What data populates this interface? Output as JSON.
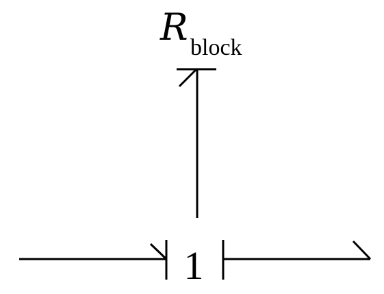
{
  "output_label": {
    "symbol": "R",
    "subscript": "block"
  },
  "block": {
    "number": "1"
  },
  "colors": {
    "stroke": "#000000",
    "background": "#ffffff"
  }
}
